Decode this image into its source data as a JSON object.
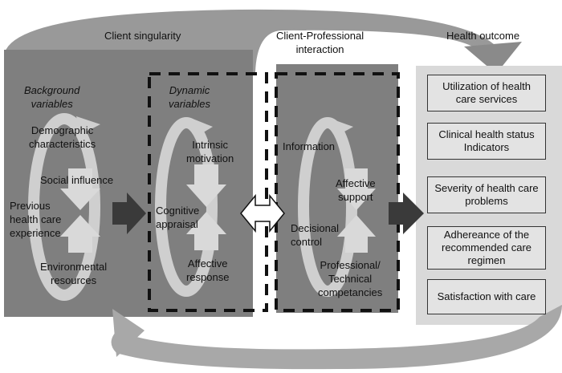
{
  "headers": {
    "client_singularity": "Client singularity",
    "client_professional": "Client-Professional\ninteraction",
    "health_outcome": "Health outcome"
  },
  "background": {
    "title": "Background\nvariables",
    "items": [
      "Demographic\ncharacteristics",
      "Social influence",
      "Previous\nhealth care\nexperience",
      "Environmental\nresources"
    ]
  },
  "dynamic": {
    "title": "Dynamic\nvariables",
    "items": [
      "Intrinsic\nmotivation",
      "Cognitive\nappraisal",
      "Affective\nresponse"
    ]
  },
  "interaction": {
    "items": [
      "Information",
      "Affective\nsupport",
      "Decisional\ncontrol",
      "Professional/\nTechnical\ncompetancies"
    ]
  },
  "outcomes": [
    "Utilization of health\ncare services",
    "Clinical health status\nIndicators",
    "Severity of health care\nproblems",
    "Adhereance of the\nrecommended care\nregimen",
    "Satisfaction with care"
  ],
  "colors": {
    "panel": "#7f7f7f",
    "arch": "#999999",
    "outcome_panel": "#d9d9d9",
    "loop": "#cfcfcf",
    "dark_arrow": "#3a3a3a"
  }
}
